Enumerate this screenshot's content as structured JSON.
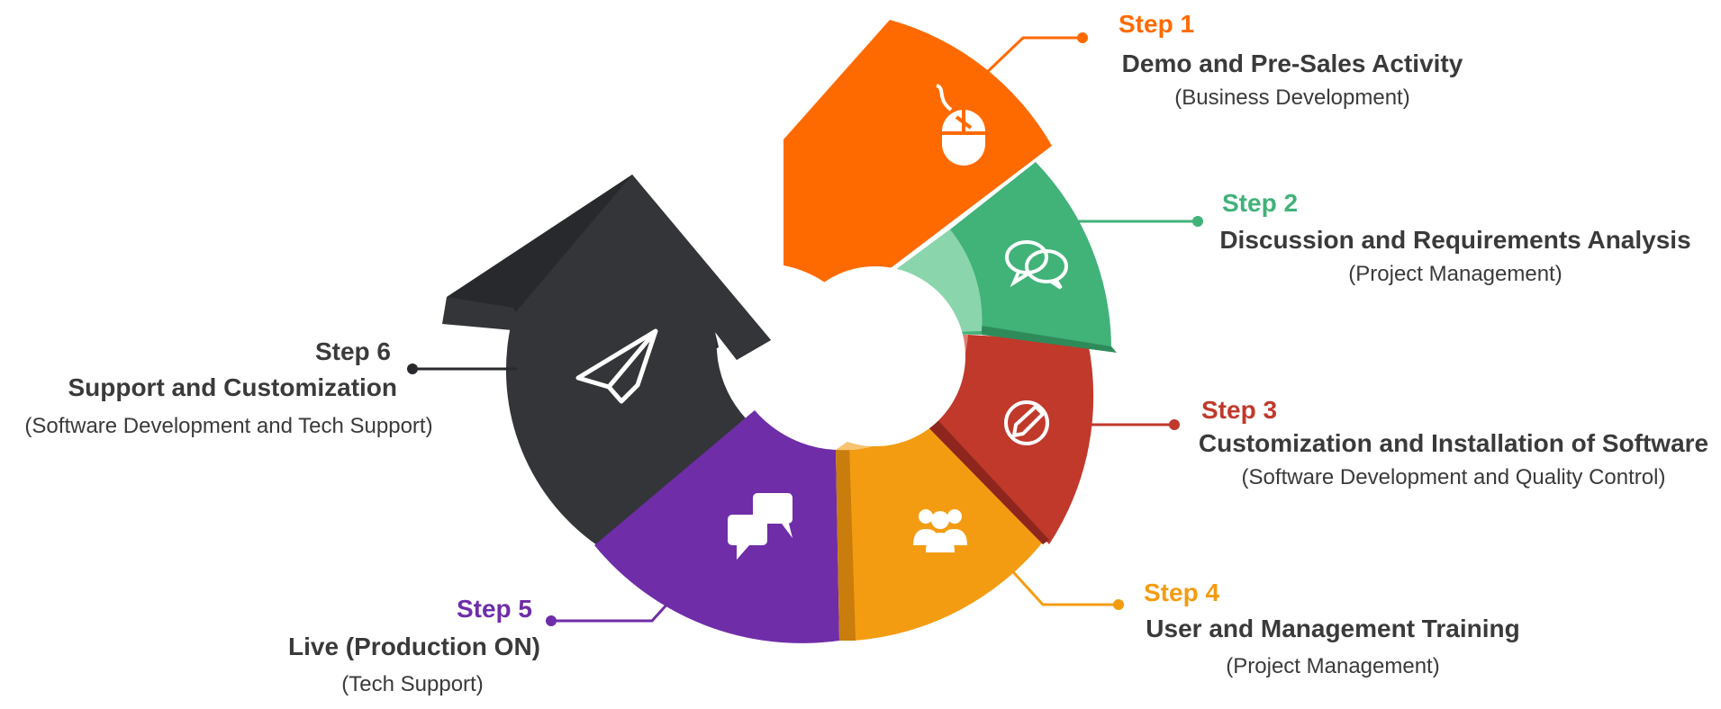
{
  "colors": {
    "step1": "#ff6a00",
    "step2": "#41b278",
    "step3": "#c0392b",
    "step4": "#f39c12",
    "step5": "#6f2da8",
    "step6": "#333538",
    "text": "#3a3a3a"
  },
  "steps": [
    {
      "step": "Step 1",
      "title": "Demo and Pre-Sales Activity",
      "subtitle": "(Business Development)",
      "icon": "mouse-icon"
    },
    {
      "step": "Step 2",
      "title": "Discussion and Requirements Analysis",
      "subtitle": "(Project Management)",
      "icon": "chat-bubbles-icon"
    },
    {
      "step": "Step 3",
      "title": "Customization and Installation of Software",
      "subtitle": "(Software Development and Quality Control)",
      "icon": "pencil-icon"
    },
    {
      "step": "Step 4",
      "title": "User and Management Training",
      "subtitle": "(Project Management)",
      "icon": "people-group-icon"
    },
    {
      "step": "Step 5",
      "title": "Live (Production ON)",
      "subtitle": "(Tech Support)",
      "icon": "speech-bubbles-icon"
    },
    {
      "step": "Step 6",
      "title": "Support and Customization",
      "subtitle": "(Software Development and Tech Support)",
      "icon": "paper-plane-icon"
    }
  ]
}
